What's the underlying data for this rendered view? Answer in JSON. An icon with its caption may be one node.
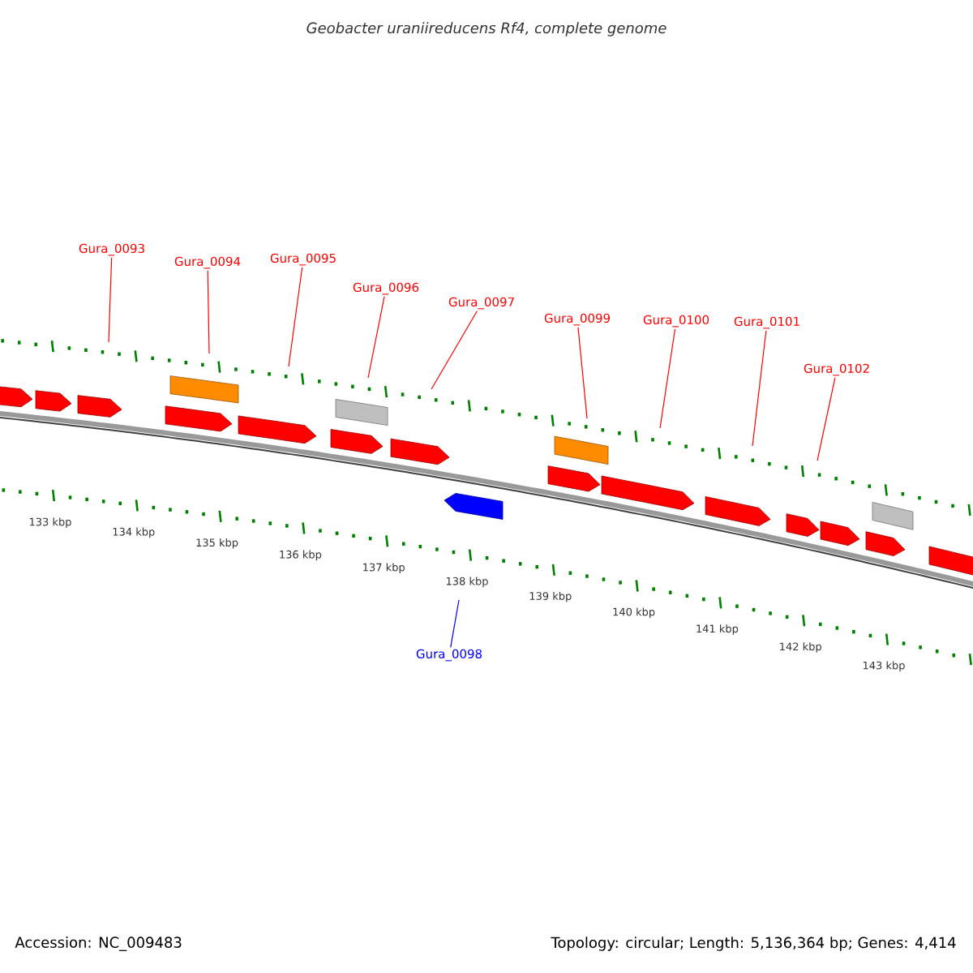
{
  "diagram": {
    "title": "Geobacter uraniireducens Rf4, complete genome",
    "nodes": [
      {
        "text": [
          "Gura_0093"
        ]
      },
      {
        "text": [
          "Gura_0094"
        ]
      },
      {
        "text": [
          "Gura_0095"
        ]
      },
      {
        "text": [
          "Gura_0096"
        ]
      },
      {
        "text": [
          "Gura_0097"
        ]
      },
      {
        "text": [
          "Gura_0099"
        ]
      },
      {
        "text": [
          "Gura_0100"
        ]
      },
      {
        "text": [
          "Gura_0101"
        ]
      },
      {
        "text": [
          "Gura_0102"
        ]
      },
      {
        "text": [
          "Gura_0098"
        ]
      }
    ],
    "edges": [
      {
        "from": 0,
        "to": null,
        "arrow": "none"
      },
      {
        "from": 1,
        "to": null,
        "arrow": "none"
      },
      {
        "from": 2,
        "to": null,
        "arrow": "none"
      },
      {
        "from": 3,
        "to": null,
        "arrow": "none"
      },
      {
        "from": 4,
        "to": null,
        "arrow": "none"
      },
      {
        "from": 5,
        "to": null,
        "arrow": "none"
      },
      {
        "from": 6,
        "to": null,
        "arrow": "none"
      },
      {
        "from": 7,
        "to": null,
        "arrow": "none"
      },
      {
        "from": 8,
        "to": null,
        "arrow": "none"
      },
      {
        "from": 9,
        "to": null,
        "arrow": "none",
        "color": "#0000ff"
      }
    ],
    "labels": [
      "133 kbp",
      "134 kbp",
      "135 kbp",
      "136 kbp",
      "137 kbp",
      "138 kbp",
      "139 kbp",
      "140 kbp",
      "141 kbp",
      "142 kbp",
      "143 kbp",
      "Accession: NC_009483",
      "Topology: circular; Length: 5,136,364 bp; Genes: 4,414"
    ]
  }
}
